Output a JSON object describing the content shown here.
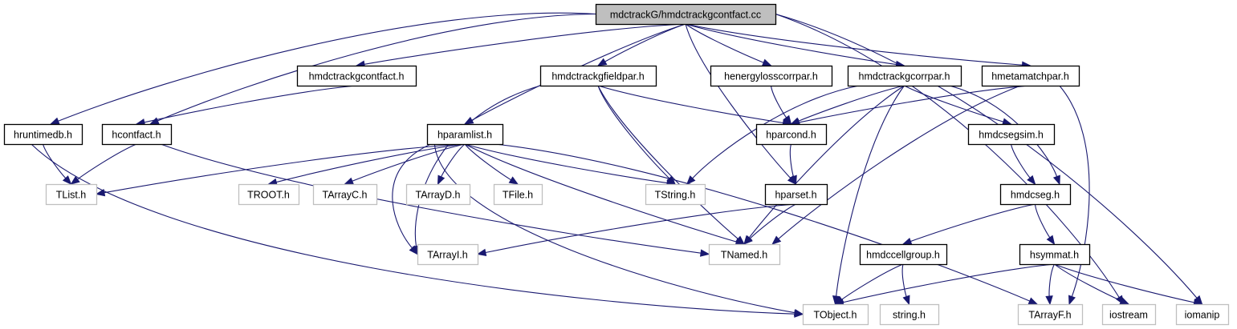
{
  "title": "mdctrackG/hmdctrackgcontfact.cc",
  "colors": {
    "edge": "#191970",
    "root_fill": "#bfbfbf",
    "local_border": "#000000",
    "external_border": "#bfbfbf"
  },
  "nodes": [
    {
      "id": "root",
      "label": "mdctrackG/hmdctrackgcontfact.cc",
      "kind": "root"
    },
    {
      "id": "hmdctrackgcontfact",
      "label": "hmdctrackgcontfact.h",
      "kind": "local"
    },
    {
      "id": "hmdctrackgfieldpar",
      "label": "hmdctrackgfieldpar.h",
      "kind": "local"
    },
    {
      "id": "henergylosscorrpar",
      "label": "henergylosscorrpar.h",
      "kind": "local"
    },
    {
      "id": "hmdctrackgcorrpar",
      "label": "hmdctrackgcorrpar.h",
      "kind": "local"
    },
    {
      "id": "hmetamatchpar",
      "label": "hmetamatchpar.h",
      "kind": "local"
    },
    {
      "id": "hruntimedb",
      "label": "hruntimedb.h",
      "kind": "local"
    },
    {
      "id": "hcontfact",
      "label": "hcontfact.h",
      "kind": "local"
    },
    {
      "id": "hparamlist",
      "label": "hparamlist.h",
      "kind": "local"
    },
    {
      "id": "hparcond",
      "label": "hparcond.h",
      "kind": "local"
    },
    {
      "id": "hmdcsegsim",
      "label": "hmdcsegsim.h",
      "kind": "local"
    },
    {
      "id": "TList",
      "label": "TList.h",
      "kind": "ext"
    },
    {
      "id": "TROOT",
      "label": "TROOT.h",
      "kind": "ext"
    },
    {
      "id": "TArrayC",
      "label": "TArrayC.h",
      "kind": "ext"
    },
    {
      "id": "TArrayD",
      "label": "TArrayD.h",
      "kind": "ext"
    },
    {
      "id": "TFile",
      "label": "TFile.h",
      "kind": "ext"
    },
    {
      "id": "TString",
      "label": "TString.h",
      "kind": "ext"
    },
    {
      "id": "hparset",
      "label": "hparset.h",
      "kind": "local"
    },
    {
      "id": "hmdcseg",
      "label": "hmdcseg.h",
      "kind": "local"
    },
    {
      "id": "TArrayI",
      "label": "TArrayI.h",
      "kind": "ext"
    },
    {
      "id": "TNamed",
      "label": "TNamed.h",
      "kind": "ext"
    },
    {
      "id": "hmdccellgroup",
      "label": "hmdccellgroup.h",
      "kind": "local"
    },
    {
      "id": "hsymmat",
      "label": "hsymmat.h",
      "kind": "local"
    },
    {
      "id": "TObject",
      "label": "TObject.h",
      "kind": "ext"
    },
    {
      "id": "string",
      "label": "string.h",
      "kind": "ext"
    },
    {
      "id": "TArrayF",
      "label": "TArrayF.h",
      "kind": "ext"
    },
    {
      "id": "iostream",
      "label": "iostream",
      "kind": "ext"
    },
    {
      "id": "iomanip",
      "label": "iomanip",
      "kind": "ext"
    }
  ],
  "edges": [
    {
      "from": "root",
      "to": "hruntimedb"
    },
    {
      "from": "root",
      "to": "hcontfact"
    },
    {
      "from": "root",
      "to": "hmdctrackgcontfact"
    },
    {
      "from": "root",
      "to": "hparamlist"
    },
    {
      "from": "root",
      "to": "hmdctrackgfieldpar"
    },
    {
      "from": "root",
      "to": "hparset"
    },
    {
      "from": "root",
      "to": "henergylosscorrpar"
    },
    {
      "from": "root",
      "to": "hmdctrackgcorrpar"
    },
    {
      "from": "root",
      "to": "hmetamatchpar"
    },
    {
      "from": "root",
      "to": "iostream"
    },
    {
      "from": "root",
      "to": "iomanip"
    },
    {
      "from": "hmdctrackgcontfact",
      "to": "hcontfact"
    },
    {
      "from": "hruntimedb",
      "to": "TList"
    },
    {
      "from": "hruntimedb",
      "to": "TObject"
    },
    {
      "from": "hcontfact",
      "to": "TList"
    },
    {
      "from": "hcontfact",
      "to": "TNamed"
    },
    {
      "from": "hmdctrackgfieldpar",
      "to": "hparcond"
    },
    {
      "from": "hmdctrackgfieldpar",
      "to": "TString"
    },
    {
      "from": "hmdctrackgfieldpar",
      "to": "TNamed"
    },
    {
      "from": "hmdctrackgfieldpar",
      "to": "TArrayI"
    },
    {
      "from": "henergylosscorrpar",
      "to": "hparcond"
    },
    {
      "from": "hmdctrackgcorrpar",
      "to": "hparcond"
    },
    {
      "from": "hmdctrackgcorrpar",
      "to": "TString"
    },
    {
      "from": "hmdctrackgcorrpar",
      "to": "TNamed"
    },
    {
      "from": "hmdctrackgcorrpar",
      "to": "TObject"
    },
    {
      "from": "hmdctrackgcorrpar",
      "to": "hmdcsegsim"
    },
    {
      "from": "hmdctrackgcorrpar",
      "to": "hmdcseg"
    },
    {
      "from": "hmetamatchpar",
      "to": "hparcond"
    },
    {
      "from": "hmetamatchpar",
      "to": "TNamed"
    },
    {
      "from": "hmetamatchpar",
      "to": "TArrayF"
    },
    {
      "from": "hparamlist",
      "to": "TList"
    },
    {
      "from": "hparamlist",
      "to": "TROOT"
    },
    {
      "from": "hparamlist",
      "to": "TArrayC"
    },
    {
      "from": "hparamlist",
      "to": "TArrayD"
    },
    {
      "from": "hparamlist",
      "to": "TFile"
    },
    {
      "from": "hparamlist",
      "to": "TString"
    },
    {
      "from": "hparamlist",
      "to": "TNamed"
    },
    {
      "from": "hparamlist",
      "to": "TArrayI"
    },
    {
      "from": "hparamlist",
      "to": "TObject"
    },
    {
      "from": "hparamlist",
      "to": "TArrayF"
    },
    {
      "from": "hparcond",
      "to": "hparset"
    },
    {
      "from": "hparset",
      "to": "TNamed"
    },
    {
      "from": "hparset",
      "to": "TArrayI"
    },
    {
      "from": "hmdcsegsim",
      "to": "hmdcseg"
    },
    {
      "from": "hmdcseg",
      "to": "hmdccellgroup"
    },
    {
      "from": "hmdcseg",
      "to": "hsymmat"
    },
    {
      "from": "hmdccellgroup",
      "to": "TObject"
    },
    {
      "from": "hmdccellgroup",
      "to": "string"
    },
    {
      "from": "hsymmat",
      "to": "TObject"
    },
    {
      "from": "hsymmat",
      "to": "TArrayF"
    },
    {
      "from": "hsymmat",
      "to": "iostream"
    },
    {
      "from": "hsymmat",
      "to": "iomanip"
    }
  ]
}
